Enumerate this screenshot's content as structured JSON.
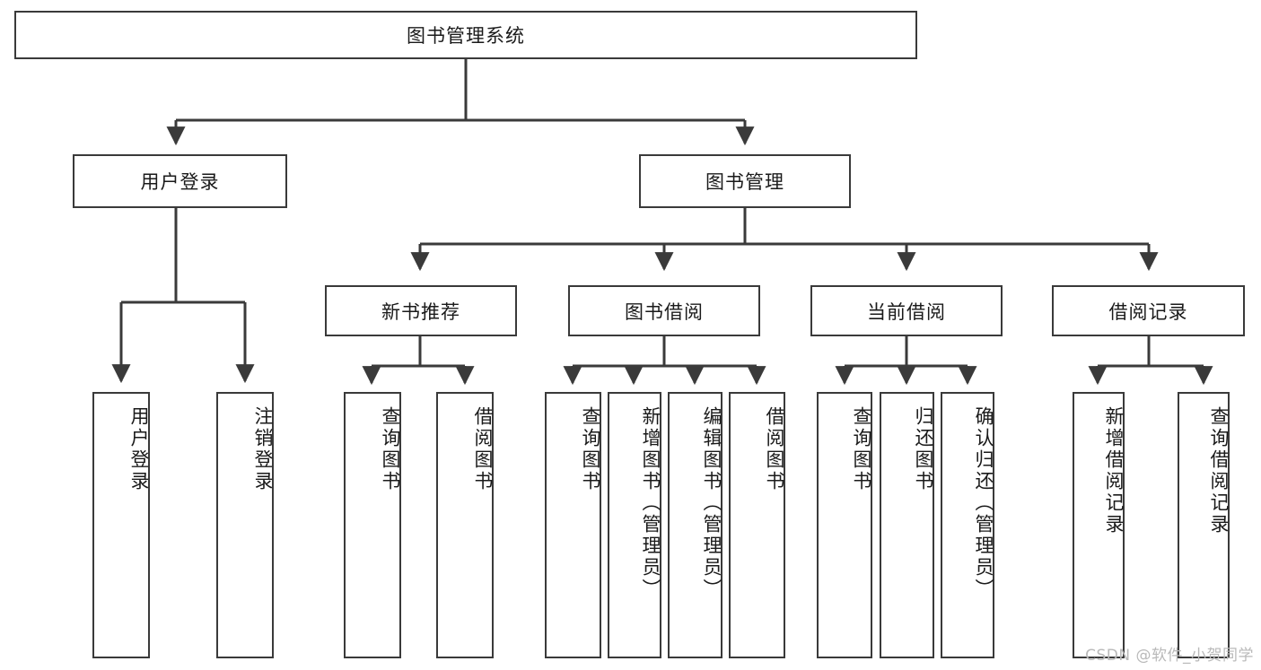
{
  "diagram": {
    "title_node": {
      "label": "图书管理系统"
    },
    "level1": [
      {
        "id": "user-login",
        "label": "用户登录"
      },
      {
        "id": "book-management",
        "label": "图书管理"
      }
    ],
    "level2": [
      {
        "id": "new-book-recommend",
        "label": "新书推荐",
        "parent": "book-management"
      },
      {
        "id": "book-borrow",
        "label": "图书借阅",
        "parent": "book-management"
      },
      {
        "id": "current-borrow",
        "label": "当前借阅",
        "parent": "book-management"
      },
      {
        "id": "borrow-record",
        "label": "借阅记录",
        "parent": "book-management"
      }
    ],
    "leaves": {
      "user_login": [
        {
          "id": "leaf-user-login",
          "label": "用户登录"
        },
        {
          "id": "leaf-user-logout",
          "label": "注销登录"
        }
      ],
      "new_book_recommend": [
        {
          "id": "leaf-query-book-1",
          "label": "查询图书"
        },
        {
          "id": "leaf-borrow-book-1",
          "label": "借阅图书"
        }
      ],
      "book_borrow": [
        {
          "id": "leaf-query-book-2",
          "label": "查询图书"
        },
        {
          "id": "leaf-add-book",
          "label": "新增图书（管理员）"
        },
        {
          "id": "leaf-edit-book",
          "label": "编辑图书（管理员）"
        },
        {
          "id": "leaf-borrow-book-2",
          "label": "借阅图书"
        }
      ],
      "current_borrow": [
        {
          "id": "leaf-query-book-3",
          "label": "查询图书"
        },
        {
          "id": "leaf-return-book",
          "label": "归还图书"
        },
        {
          "id": "leaf-confirm-return",
          "label": "确认归还（管理员）"
        }
      ],
      "borrow_record": [
        {
          "id": "leaf-add-record",
          "label": "新增借阅记录"
        },
        {
          "id": "leaf-query-record",
          "label": "查询借阅记录"
        }
      ]
    },
    "watermark": "CSDN @软件_小贺同学",
    "colors": {
      "stroke": "#3a3a3a",
      "background": "#ffffff",
      "text": "#1a1a1a",
      "watermark": "#b9b9b9"
    }
  }
}
